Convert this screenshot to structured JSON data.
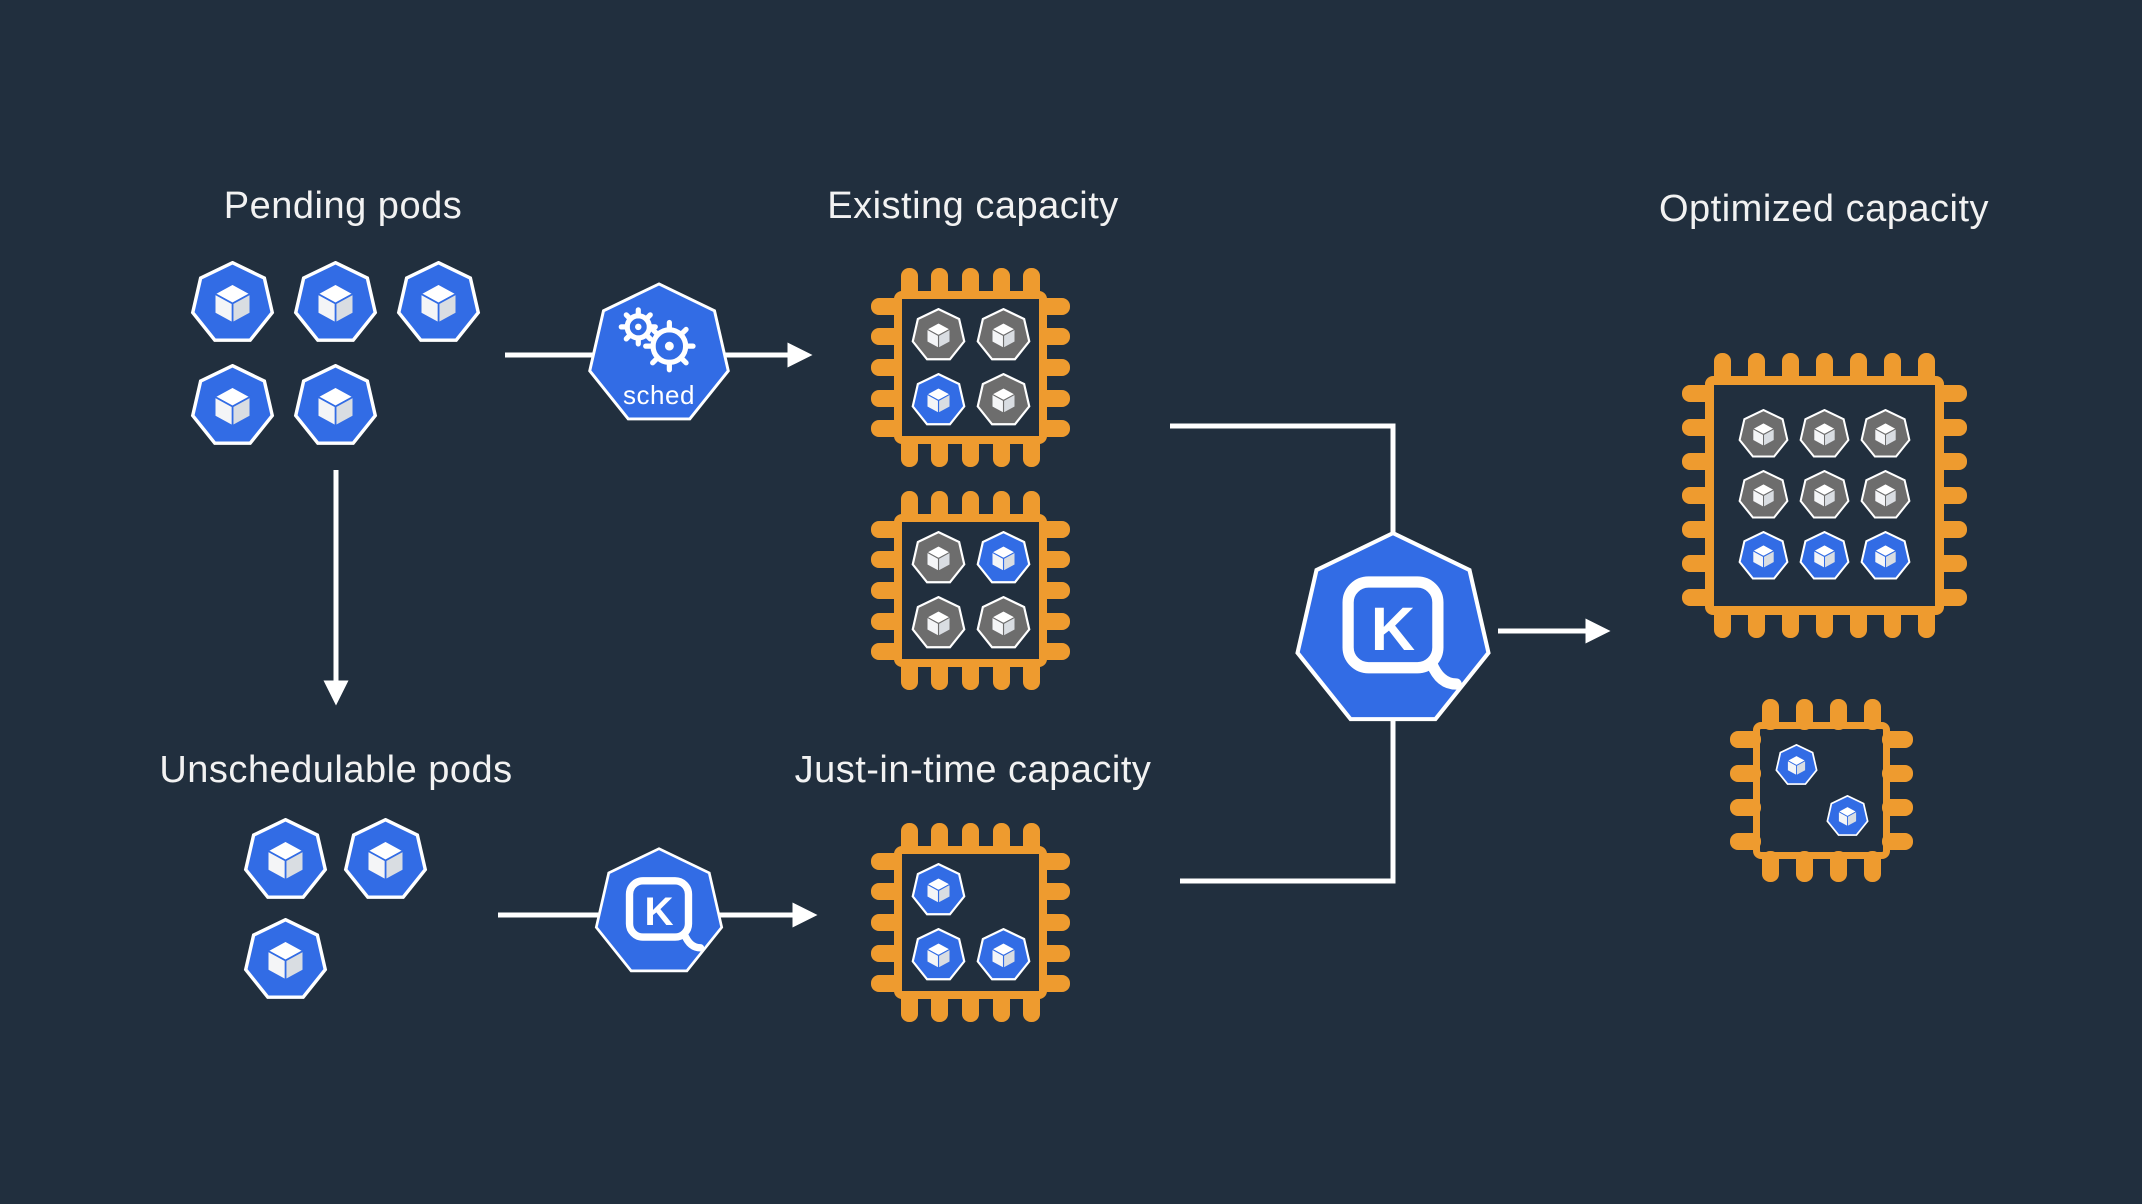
{
  "diagram": {
    "background": "#212f3e",
    "colors": {
      "blue": "#326ce5",
      "orange": "#ee9b2f",
      "gray": "#6d6d6d",
      "line": "#ffffff",
      "text": "#f2f2f2"
    },
    "labels": {
      "pending": "Pending pods",
      "existing": "Existing capacity",
      "optimized": "Optimized capacity",
      "unschedulable": "Unschedulable pods",
      "jit": "Just-in-time capacity",
      "scheduler": "sched",
      "karpenter_letter": "K"
    },
    "pod_groups": {
      "pending": {
        "cols": 3,
        "pods": [
          "blue",
          "blue",
          "blue",
          "blue",
          "blue"
        ]
      },
      "unschedulable": {
        "cols": 2,
        "pods": [
          "blue",
          "blue",
          "blue"
        ]
      }
    },
    "chips": {
      "existing_1": {
        "cols": 2,
        "pods": [
          "gray",
          "gray",
          "blue",
          "gray"
        ]
      },
      "existing_2": {
        "cols": 2,
        "pods": [
          "gray",
          "blue",
          "gray",
          "gray"
        ]
      },
      "jit": {
        "cols": 2,
        "pods": [
          "blue",
          "empty",
          "blue",
          "blue"
        ]
      },
      "optimized_large": {
        "cols": 3,
        "pods": [
          "gray",
          "gray",
          "gray",
          "gray",
          "gray",
          "gray",
          "blue",
          "blue",
          "blue"
        ]
      },
      "optimized_small": {
        "cols": 2,
        "pods": [
          "blue",
          "empty",
          "empty",
          "blue"
        ]
      }
    }
  }
}
